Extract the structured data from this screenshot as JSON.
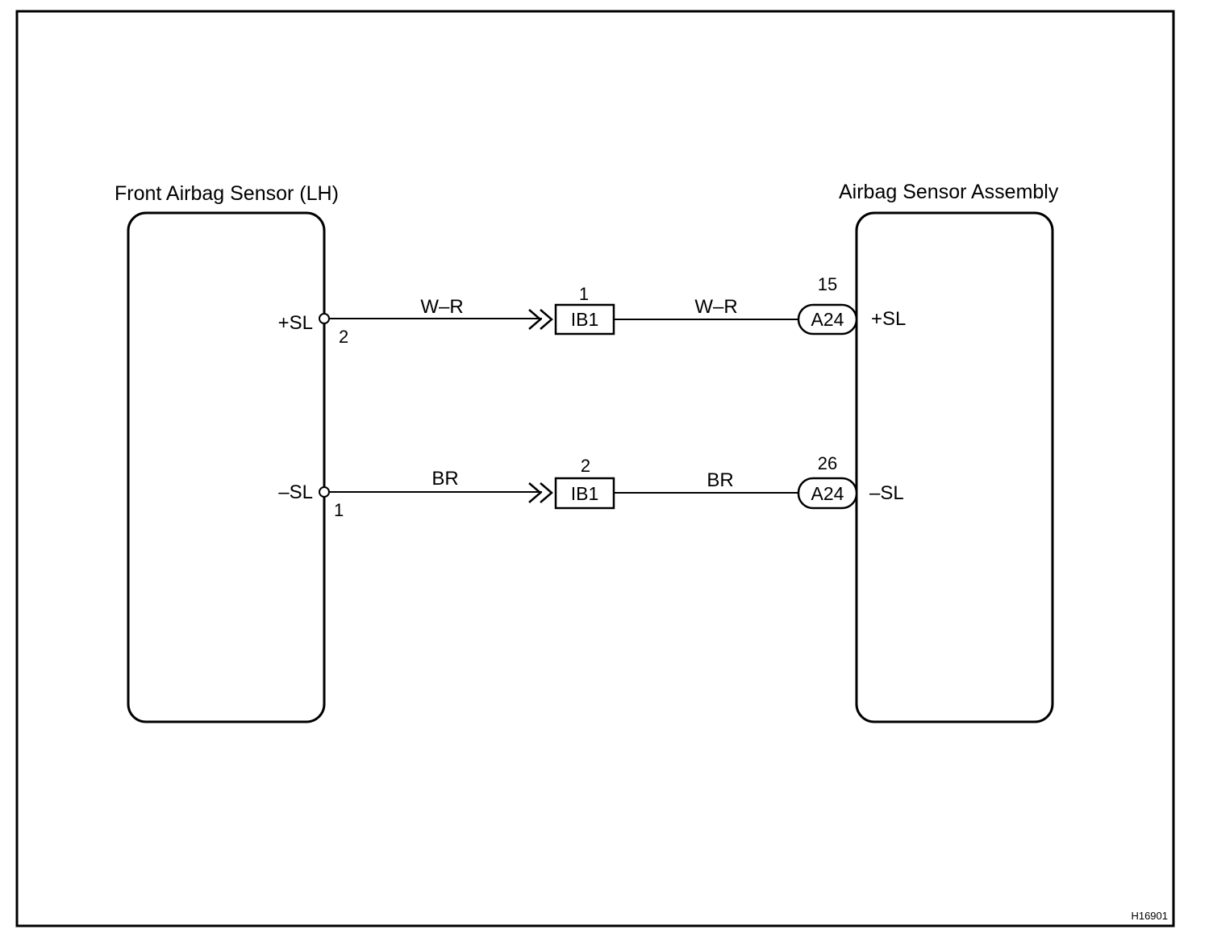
{
  "diagram_code": "H16901",
  "left_component": {
    "title": "Front Airbag Sensor (LH)",
    "pins": [
      {
        "name": "+SL",
        "number": "2"
      },
      {
        "name": "–SL",
        "number": "1"
      }
    ]
  },
  "right_component": {
    "title": "Airbag Sensor Assembly",
    "pins": [
      {
        "name": "+SL",
        "connector": "A24",
        "number": "15"
      },
      {
        "name": "–SL",
        "connector": "A24",
        "number": "26"
      }
    ]
  },
  "intermediate_connectors": [
    {
      "label": "IB1",
      "number": "1"
    },
    {
      "label": "IB1",
      "number": "2"
    }
  ],
  "wires": [
    {
      "left_color": "W–R",
      "right_color": "W–R"
    },
    {
      "left_color": "BR",
      "right_color": "BR"
    }
  ]
}
